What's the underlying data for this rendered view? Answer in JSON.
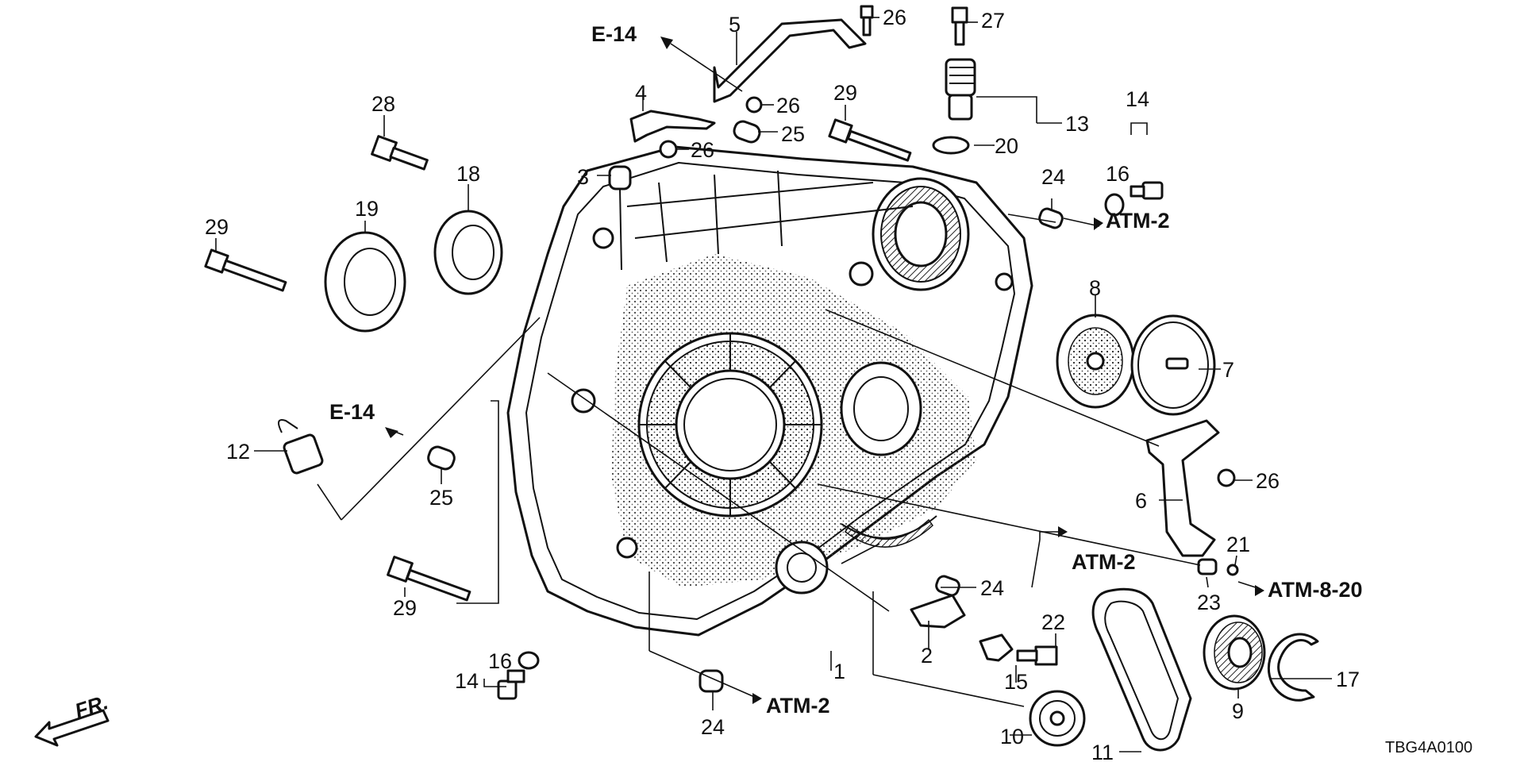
{
  "diagram": {
    "callouts": [
      {
        "id": "c1",
        "text": "1"
      },
      {
        "id": "c2",
        "text": "2"
      },
      {
        "id": "c3",
        "text": "3"
      },
      {
        "id": "c4",
        "text": "4"
      },
      {
        "id": "c5",
        "text": "5"
      },
      {
        "id": "c6",
        "text": "6"
      },
      {
        "id": "c7",
        "text": "7"
      },
      {
        "id": "c8",
        "text": "8"
      },
      {
        "id": "c9",
        "text": "9"
      },
      {
        "id": "c10",
        "text": "10"
      },
      {
        "id": "c11",
        "text": "11"
      },
      {
        "id": "c12",
        "text": "12"
      },
      {
        "id": "c13",
        "text": "13"
      },
      {
        "id": "c14a",
        "text": "14"
      },
      {
        "id": "c14b",
        "text": "14"
      },
      {
        "id": "c15",
        "text": "15"
      },
      {
        "id": "c16a",
        "text": "16"
      },
      {
        "id": "c16b",
        "text": "16"
      },
      {
        "id": "c17",
        "text": "17"
      },
      {
        "id": "c18",
        "text": "18"
      },
      {
        "id": "c19",
        "text": "19"
      },
      {
        "id": "c20",
        "text": "20"
      },
      {
        "id": "c21",
        "text": "21"
      },
      {
        "id": "c22",
        "text": "22"
      },
      {
        "id": "c23",
        "text": "23"
      },
      {
        "id": "c24a",
        "text": "24"
      },
      {
        "id": "c24b",
        "text": "24"
      },
      {
        "id": "c24c",
        "text": "24"
      },
      {
        "id": "c25a",
        "text": "25"
      },
      {
        "id": "c25b",
        "text": "25"
      },
      {
        "id": "c26a",
        "text": "26"
      },
      {
        "id": "c26b",
        "text": "26"
      },
      {
        "id": "c26c",
        "text": "26"
      },
      {
        "id": "c26d",
        "text": "26"
      },
      {
        "id": "c27",
        "text": "27"
      },
      {
        "id": "c28",
        "text": "28"
      },
      {
        "id": "c29a",
        "text": "29"
      },
      {
        "id": "c29b",
        "text": "29"
      },
      {
        "id": "c29c",
        "text": "29"
      }
    ],
    "references": [
      {
        "id": "r_e14_top",
        "text": "E-14"
      },
      {
        "id": "r_e14_left",
        "text": "E-14"
      },
      {
        "id": "r_atm2_right",
        "text": "ATM-2"
      },
      {
        "id": "r_atm2_mid",
        "text": "ATM-2"
      },
      {
        "id": "r_atm2_bottom",
        "text": "ATM-2"
      },
      {
        "id": "r_atm820",
        "text": "ATM-8-20"
      }
    ],
    "front_indicator": "FR.",
    "diagram_code": "TBG4A0100"
  }
}
